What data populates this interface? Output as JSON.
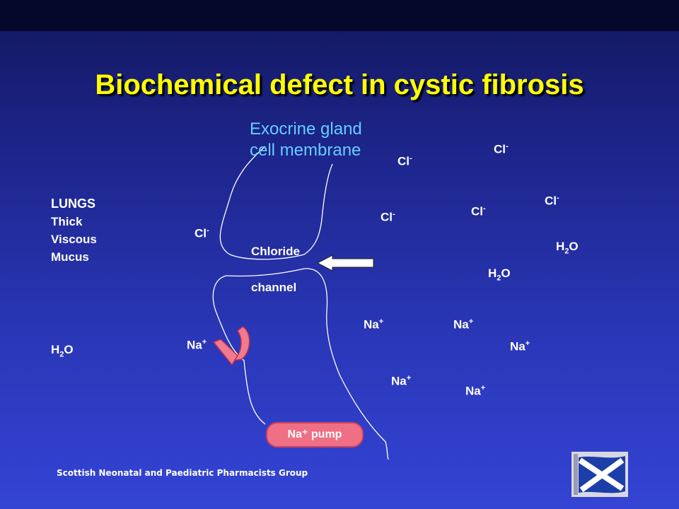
{
  "title": "Biochemical defect in cystic fibrosis",
  "membrane_label_line1": "Exocrine gland",
  "membrane_label_line2": "cell membrane",
  "channel_label_line1": "Chloride",
  "channel_label_line2": "channel",
  "lungs": {
    "heading": "LUNGS",
    "line1": "Thick",
    "line2": "Viscous",
    "line3": "Mucus"
  },
  "ions": {
    "cl_base": "Cl",
    "cl_charge": "-",
    "na_base": "Na",
    "na_charge": "+",
    "h2o_h": "H",
    "h2o_sub": "2",
    "h2o_o": "O"
  },
  "pump_label": "Na⁺ pump",
  "footer": "Scottish Neonatal and Paediatric Pharmacists Group",
  "colors": {
    "title": "#ffff00",
    "membrane_label": "#66ccff",
    "pump": "#ef6f84",
    "background": "#2a37b8"
  }
}
